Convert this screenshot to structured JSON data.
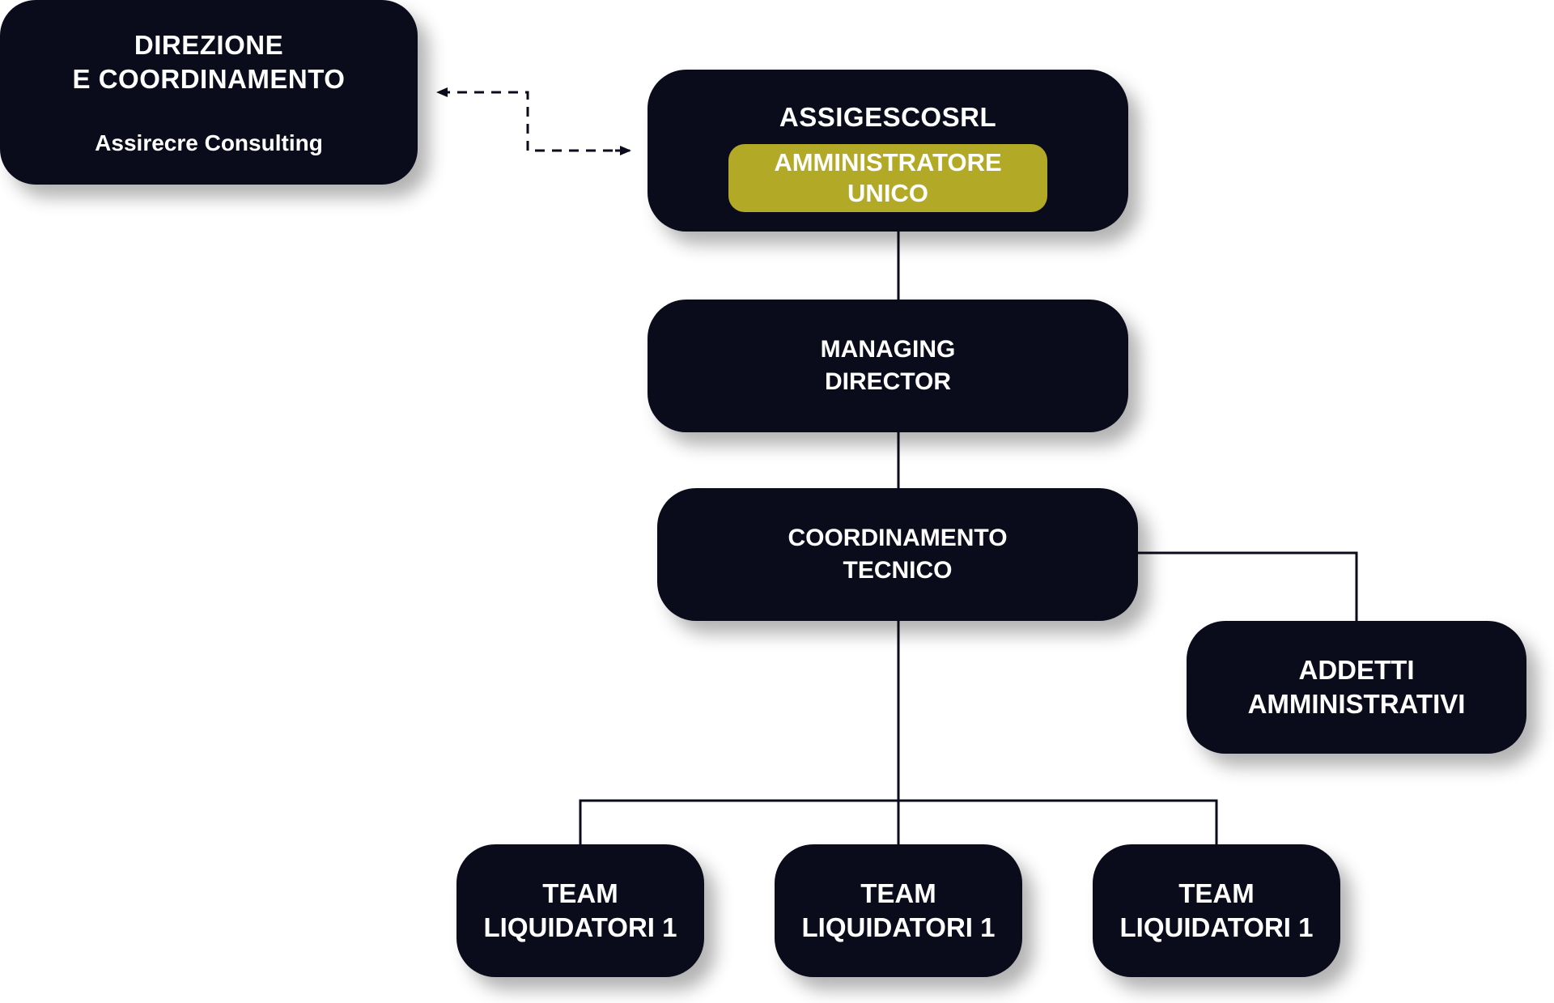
{
  "nodes": {
    "direzione": {
      "title_line1": "DIREZIONE",
      "title_line2": "E COORDINAMENTO",
      "subtitle": "Assirecre Consulting"
    },
    "assigesco": {
      "title": "ASSIGESCOSRL",
      "badge_line1": "AMMINISTRATORE",
      "badge_line2": "UNICO",
      "badge_color": "#b2a927"
    },
    "managing_director": {
      "line1": "MANAGING",
      "line2": "DIRECTOR"
    },
    "coordinamento_tecnico": {
      "line1": "COORDINAMENTO",
      "line2": "TECNICO"
    },
    "addetti_amministrativi": {
      "line1": "ADDETTI",
      "line2": "AMMINISTRATIVI"
    },
    "teams": [
      {
        "line1": "TEAM",
        "line2": "LIQUIDATORI 1"
      },
      {
        "line1": "TEAM",
        "line2": "LIQUIDATORI 1"
      },
      {
        "line1": "TEAM",
        "line2": "LIQUIDATORI 1"
      }
    ]
  },
  "colors": {
    "box_fill": "#0b0c1b",
    "text": "#ffffff",
    "connector": "#0b0c1b"
  }
}
